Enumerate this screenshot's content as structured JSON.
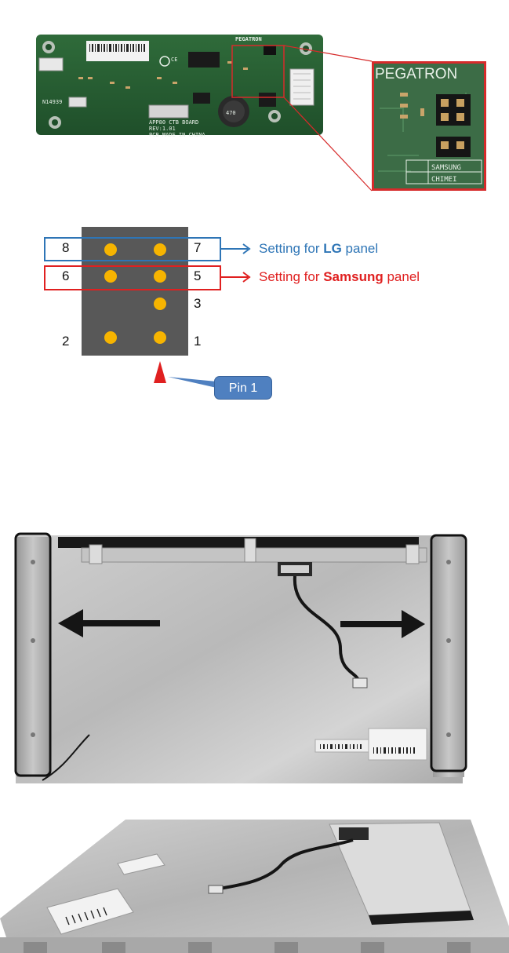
{
  "pcb": {
    "brand": "PEGATRON",
    "board_label": [
      "APP80 CTB BOARD",
      "REV:1.01",
      "PCB MADE IN CHINA"
    ],
    "inductor_marking": "470",
    "id_code": "N14939",
    "ce_mark": "CE"
  },
  "inset": {
    "brand": "PEGATRON",
    "silk_labels": [
      "SAMSUNG",
      "CHIMEI"
    ]
  },
  "jumper": {
    "pins": {
      "p8": "8",
      "p7": "7",
      "p6": "6",
      "p5": "5",
      "p3": "3",
      "p2": "2",
      "p1": "1"
    },
    "lg_setting": {
      "prefix": "Setting for ",
      "highlight": "LG",
      "suffix": " panel",
      "color": "#2e75b6"
    },
    "samsung_setting": {
      "prefix": "Setting for ",
      "highlight": "Samsung",
      "suffix": " panel",
      "color": "#e02020"
    },
    "pin_color": "#f7b400",
    "block_color": "#585858",
    "callout_label": "Pin 1"
  },
  "photos": {
    "panel_back": "lcd-panel-rear-with-side-brackets",
    "panel_side": "lcd-panel-angled-view"
  }
}
